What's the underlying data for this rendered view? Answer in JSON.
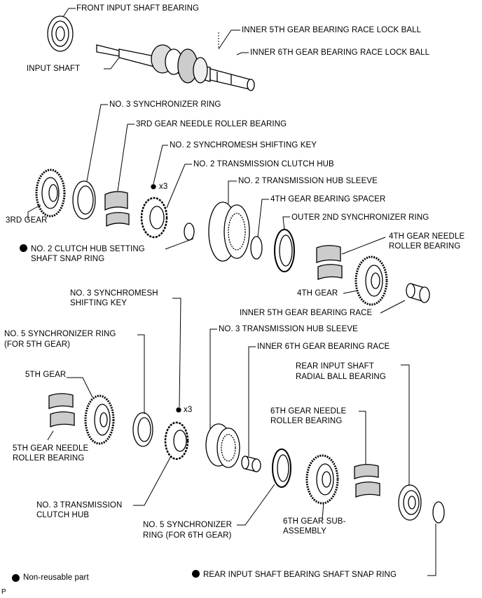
{
  "labels": {
    "front_input_shaft_bearing": "FRONT INPUT SHAFT BEARING",
    "inner_5th_lock_ball": "INNER 5TH GEAR BEARING RACE LOCK BALL",
    "inner_6th_lock_ball": "INNER 6TH GEAR BEARING RACE LOCK BALL",
    "input_shaft": "INPUT SHAFT",
    "no3_sync_ring": "NO. 3 SYNCHRONIZER RING",
    "third_needle": "3RD GEAR NEEDLE ROLLER BEARING",
    "no2_shift_key": "NO. 2 SYNCHROMESH SHIFTING KEY",
    "no2_clutch_hub": "NO. 2 TRANSMISSION CLUTCH HUB",
    "x3_a": "x3",
    "third_gear": "3RD GEAR",
    "no2_hub_sleeve": "NO. 2 TRANSMISSION HUB SLEEVE",
    "fourth_spacer": "4TH GEAR BEARING SPACER",
    "outer_2nd_sync": "OUTER 2ND SYNCHRONIZER RING",
    "no2_snap_ring_1": "NO. 2 CLUTCH HUB SETTING",
    "no2_snap_ring_2": "SHAFT SNAP RING",
    "fourth_needle_1": "4TH GEAR NEEDLE",
    "fourth_needle_2": "ROLLER BEARING",
    "fourth_gear": "4TH GEAR",
    "inner_5th_race": "INNER 5TH GEAR BEARING RACE",
    "no3_shift_key_1": "NO. 3 SYNCHROMESH",
    "no3_shift_key_2": "SHIFTING KEY",
    "no5_sync_5th_1": "NO. 5 SYNCHRONIZER RING",
    "no5_sync_5th_2": "(FOR 5TH GEAR)",
    "no3_hub_sleeve": "NO. 3 TRANSMISSION HUB SLEEVE",
    "inner_6th_race": "INNER 6TH GEAR BEARING RACE",
    "rear_radial_1": "REAR INPUT SHAFT",
    "rear_radial_2": "RADIAL BALL BEARING",
    "fifth_gear": "5TH GEAR",
    "x3_b": "x3",
    "sixth_needle_1": "6TH GEAR NEEDLE",
    "sixth_needle_2": "ROLLER BEARING",
    "fifth_needle_1": "5TH GEAR NEEDLE",
    "fifth_needle_2": "ROLLER BEARING",
    "no3_clutch_hub_1": "NO. 3 TRANSMISSION",
    "no3_clutch_hub_2": "CLUTCH HUB",
    "no5_sync_6th_1": "NO. 5 SYNCHRONIZER",
    "no5_sync_6th_2": "RING (FOR 6TH GEAR)",
    "sixth_gear_1": "6TH GEAR SUB-",
    "sixth_gear_2": "ASSEMBLY",
    "rear_snap_ring": "REAR INPUT SHAFT BEARING SHAFT SNAP RING",
    "legend": "Non-reusable part",
    "corner": "P"
  }
}
